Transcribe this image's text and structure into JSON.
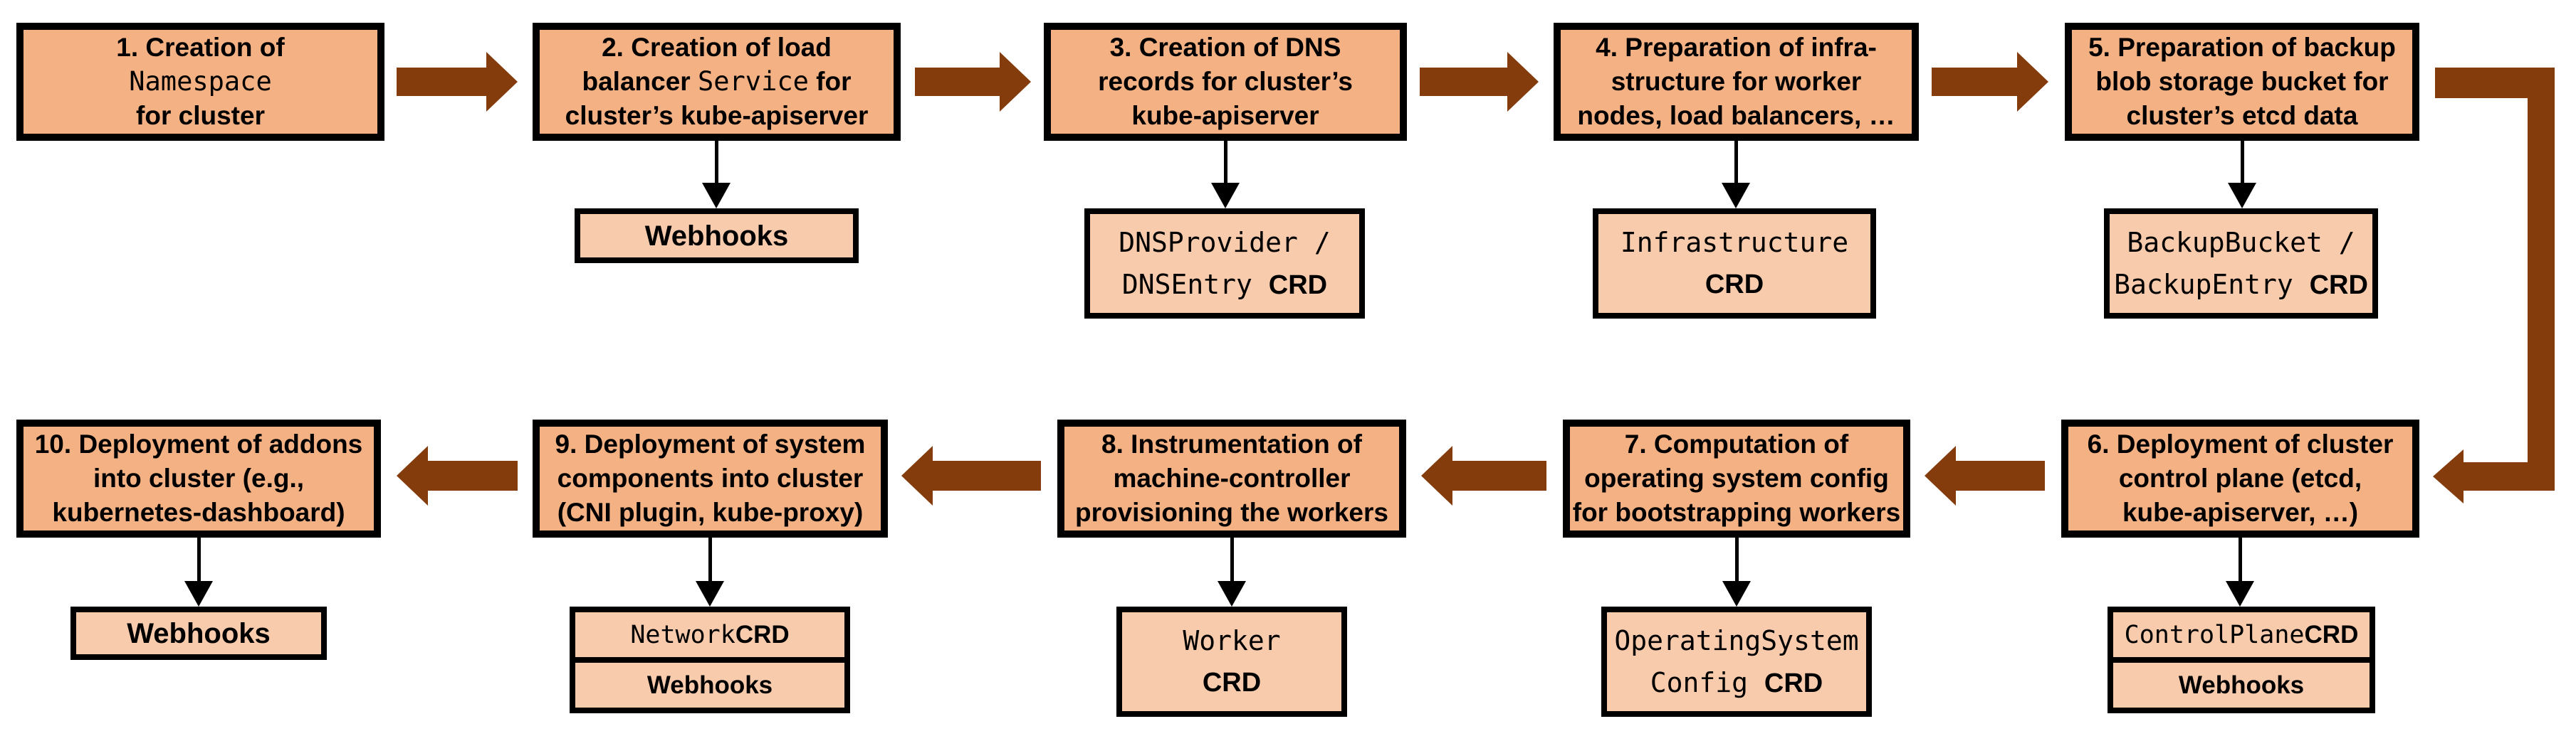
{
  "colors": {
    "box_fill": "#F4B183",
    "sub_fill": "#F8CBAD",
    "arrow": "#843C0C",
    "border": "#000000",
    "page_bg": "#FFFFFF"
  },
  "steps": [
    {
      "box": {
        "lines": [
          [
            {
              "t": "1. Creation of"
            }
          ],
          [
            {
              "t": "Namespace",
              "style": "mono"
            }
          ],
          [
            {
              "t": "for cluster"
            }
          ]
        ]
      },
      "sub": null
    },
    {
      "box": {
        "lines": [
          [
            {
              "t": "2. Creation of load"
            }
          ],
          [
            {
              "t": "balancer "
            },
            {
              "t": "Service",
              "style": "mono"
            },
            {
              "t": " for"
            }
          ],
          [
            {
              "t": "cluster’s kube-apiserver"
            }
          ]
        ]
      },
      "sub": {
        "rows": [
          {
            "lines": [
              [
                {
                  "t": "Webhooks",
                  "style": "bold"
                }
              ]
            ]
          }
        ]
      }
    },
    {
      "box": {
        "lines": [
          [
            {
              "t": "3. Creation of DNS"
            }
          ],
          [
            {
              "t": "records for cluster’s"
            }
          ],
          [
            {
              "t": "kube-apiserver"
            }
          ]
        ]
      },
      "sub": {
        "rows": [
          {
            "lines": [
              [
                {
                  "t": "DNSProvider /",
                  "style": "mono"
                }
              ],
              [
                {
                  "t": "DNSEntry ",
                  "style": "mono"
                },
                {
                  "t": "CRD",
                  "style": "bold"
                }
              ]
            ]
          }
        ]
      }
    },
    {
      "box": {
        "lines": [
          [
            {
              "t": "4. Preparation of infra-"
            }
          ],
          [
            {
              "t": "structure for worker"
            }
          ],
          [
            {
              "t": "nodes, load balancers, …"
            }
          ]
        ]
      },
      "sub": {
        "rows": [
          {
            "lines": [
              [
                {
                  "t": "Infrastructure",
                  "style": "mono"
                }
              ],
              [
                {
                  "t": "CRD",
                  "style": "bold"
                }
              ]
            ]
          }
        ]
      }
    },
    {
      "box": {
        "lines": [
          [
            {
              "t": "5. Preparation of backup"
            }
          ],
          [
            {
              "t": "blob storage bucket for"
            }
          ],
          [
            {
              "t": "cluster’s etcd data"
            }
          ]
        ]
      },
      "sub": {
        "rows": [
          {
            "lines": [
              [
                {
                  "t": "BackupBucket /",
                  "style": "mono"
                }
              ],
              [
                {
                  "t": "BackupEntry ",
                  "style": "mono"
                },
                {
                  "t": "CRD",
                  "style": "bold"
                }
              ]
            ]
          }
        ]
      }
    },
    {
      "box": {
        "lines": [
          [
            {
              "t": "6. Deployment of cluster"
            }
          ],
          [
            {
              "t": "control plane (etcd,"
            }
          ],
          [
            {
              "t": "kube-apiserver, …)"
            }
          ]
        ]
      },
      "sub": {
        "rows": [
          {
            "lines": [
              [
                {
                  "t": "ControlPlane ",
                  "style": "mono"
                },
                {
                  "t": "CRD",
                  "style": "bold"
                }
              ]
            ]
          },
          {
            "lines": [
              [
                {
                  "t": "Webhooks",
                  "style": "bold"
                }
              ]
            ]
          }
        ]
      }
    },
    {
      "box": {
        "lines": [
          [
            {
              "t": "7. Computation of"
            }
          ],
          [
            {
              "t": "operating system config"
            }
          ],
          [
            {
              "t": "for bootstrapping workers"
            }
          ]
        ]
      },
      "sub": {
        "rows": [
          {
            "lines": [
              [
                {
                  "t": "OperatingSystem",
                  "style": "mono"
                }
              ],
              [
                {
                  "t": "Config ",
                  "style": "mono"
                },
                {
                  "t": "CRD",
                  "style": "bold"
                }
              ]
            ]
          }
        ]
      }
    },
    {
      "box": {
        "lines": [
          [
            {
              "t": "8. Instrumentation of"
            }
          ],
          [
            {
              "t": "machine-controller"
            }
          ],
          [
            {
              "t": "provisioning the workers"
            }
          ]
        ]
      },
      "sub": {
        "rows": [
          {
            "lines": [
              [
                {
                  "t": "Worker",
                  "style": "mono"
                }
              ],
              [
                {
                  "t": "CRD",
                  "style": "bold"
                }
              ]
            ]
          }
        ]
      }
    },
    {
      "box": {
        "lines": [
          [
            {
              "t": "9. Deployment of system"
            }
          ],
          [
            {
              "t": "components into cluster"
            }
          ],
          [
            {
              "t": "(CNI plugin, kube-proxy)"
            }
          ]
        ]
      },
      "sub": {
        "rows": [
          {
            "lines": [
              [
                {
                  "t": "Network ",
                  "style": "mono"
                },
                {
                  "t": "CRD",
                  "style": "bold"
                }
              ]
            ]
          },
          {
            "lines": [
              [
                {
                  "t": "Webhooks",
                  "style": "bold"
                }
              ]
            ]
          }
        ]
      }
    },
    {
      "box": {
        "lines": [
          [
            {
              "t": "10. Deployment of addons"
            }
          ],
          [
            {
              "t": "into cluster (e.g.,"
            }
          ],
          [
            {
              "t": "kubernetes-dashboard)"
            }
          ]
        ]
      },
      "sub": {
        "rows": [
          {
            "lines": [
              [
                {
                  "t": "Webhooks",
                  "style": "bold"
                }
              ]
            ]
          }
        ]
      }
    }
  ]
}
